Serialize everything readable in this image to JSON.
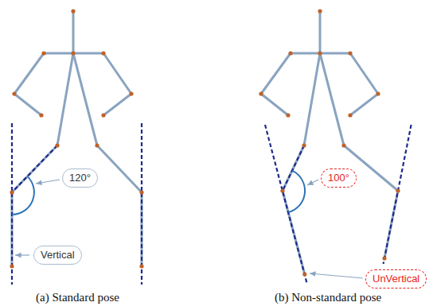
{
  "diagram": {
    "nodes": [
      {
        "text": [
          "120°"
        ]
      },
      {
        "text": [
          "Vertical"
        ]
      },
      {
        "text": [
          "100°"
        ]
      },
      {
        "text": [
          "UnVertical"
        ]
      }
    ],
    "labels": [
      "(a) Standard pose",
      "(b) Non-standard pose"
    ]
  }
}
